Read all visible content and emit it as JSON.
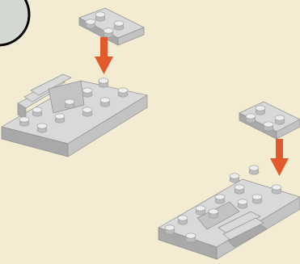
{
  "page": {
    "background": "#f3ecd2"
  },
  "step_badge": {
    "fill": "#d3d8d3",
    "stroke": "#000000",
    "label": ""
  },
  "colors": {
    "brick_top": "#d9d9d9",
    "brick_front": "#a9a9a9",
    "brick_side": "#c3c3c3",
    "stud_top": "#eeeeee",
    "stud_side": "#bdbdbd",
    "arrow": "#e25a2c"
  },
  "assemblies": [
    {
      "name": "upper-left-assembly",
      "pieces": [
        "plate-2x2",
        "hinge-plate-assembly"
      ],
      "arrow": "down"
    },
    {
      "name": "lower-right-assembly",
      "pieces": [
        "plate-2x2",
        "hinge-plate-assembly"
      ],
      "arrow": "down"
    }
  ]
}
